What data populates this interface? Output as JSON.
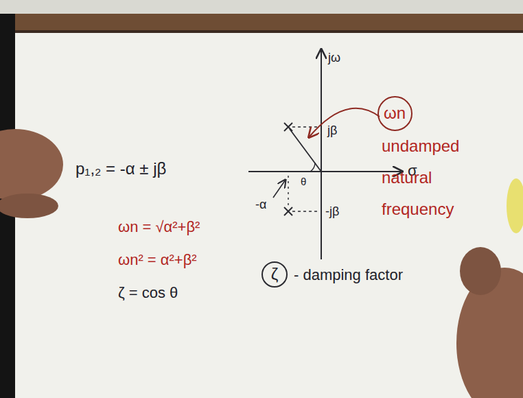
{
  "diagram": {
    "nodes": [
      {
        "text": [
          "ωn"
        ]
      },
      {
        "text": [
          "ζ"
        ]
      }
    ],
    "labels": [
      "p₁,₂ = -α ± jβ",
      "ωn = √α²+β²",
      "ωn² = α²+β²",
      "ζ = cos θ",
      "jω",
      "σ",
      "jβ",
      "-α",
      "θ",
      "-jβ",
      "undamped natural frequency",
      "- damping factor"
    ]
  }
}
